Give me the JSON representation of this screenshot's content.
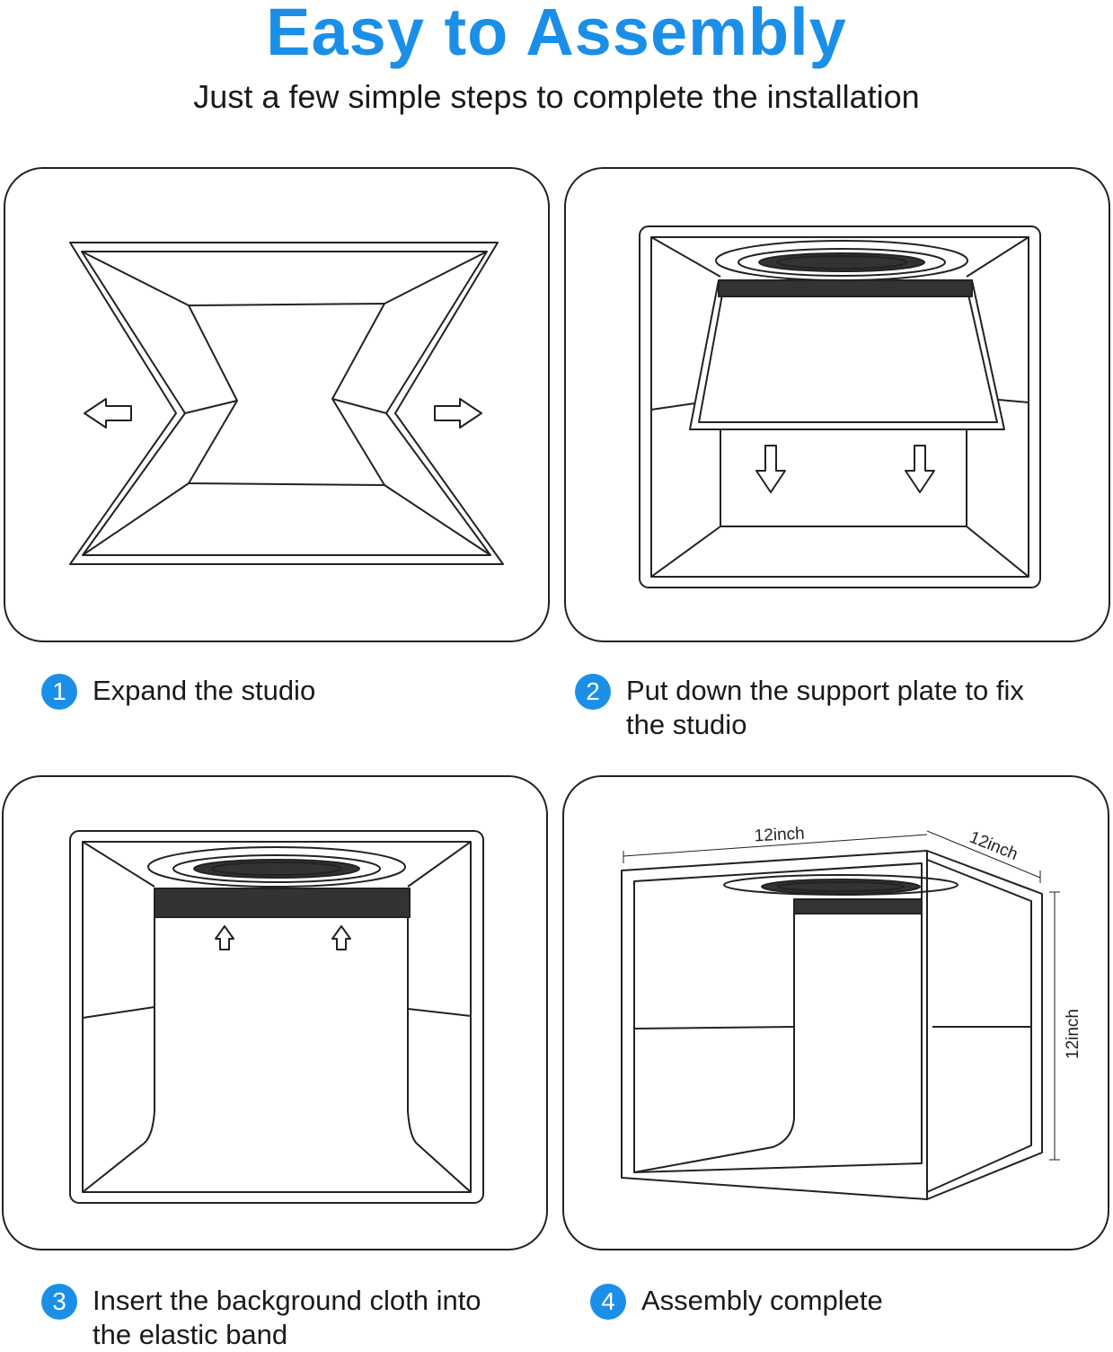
{
  "header": {
    "title": "Easy to Assembly",
    "subtitle": "Just a few simple steps to complete the installation"
  },
  "colors": {
    "accent": "#1b8fe8",
    "line": "#222222",
    "band": "#333333"
  },
  "steps": [
    {
      "number": "1",
      "text": "Expand the studio"
    },
    {
      "number": "2",
      "text": "Put down the support plate to fix the studio"
    },
    {
      "number": "3",
      "text": "Insert the background cloth into the elastic band"
    },
    {
      "number": "4",
      "text": "Assembly complete"
    }
  ],
  "dimensions": {
    "width": "12inch",
    "depth": "12inch",
    "height": "12inch"
  },
  "icons": {
    "step1": [
      "arrow-left-icon",
      "arrow-right-icon"
    ],
    "step2": [
      "arrow-down-icon",
      "arrow-down-icon"
    ],
    "step3": [
      "arrow-up-icon",
      "arrow-up-icon"
    ]
  }
}
